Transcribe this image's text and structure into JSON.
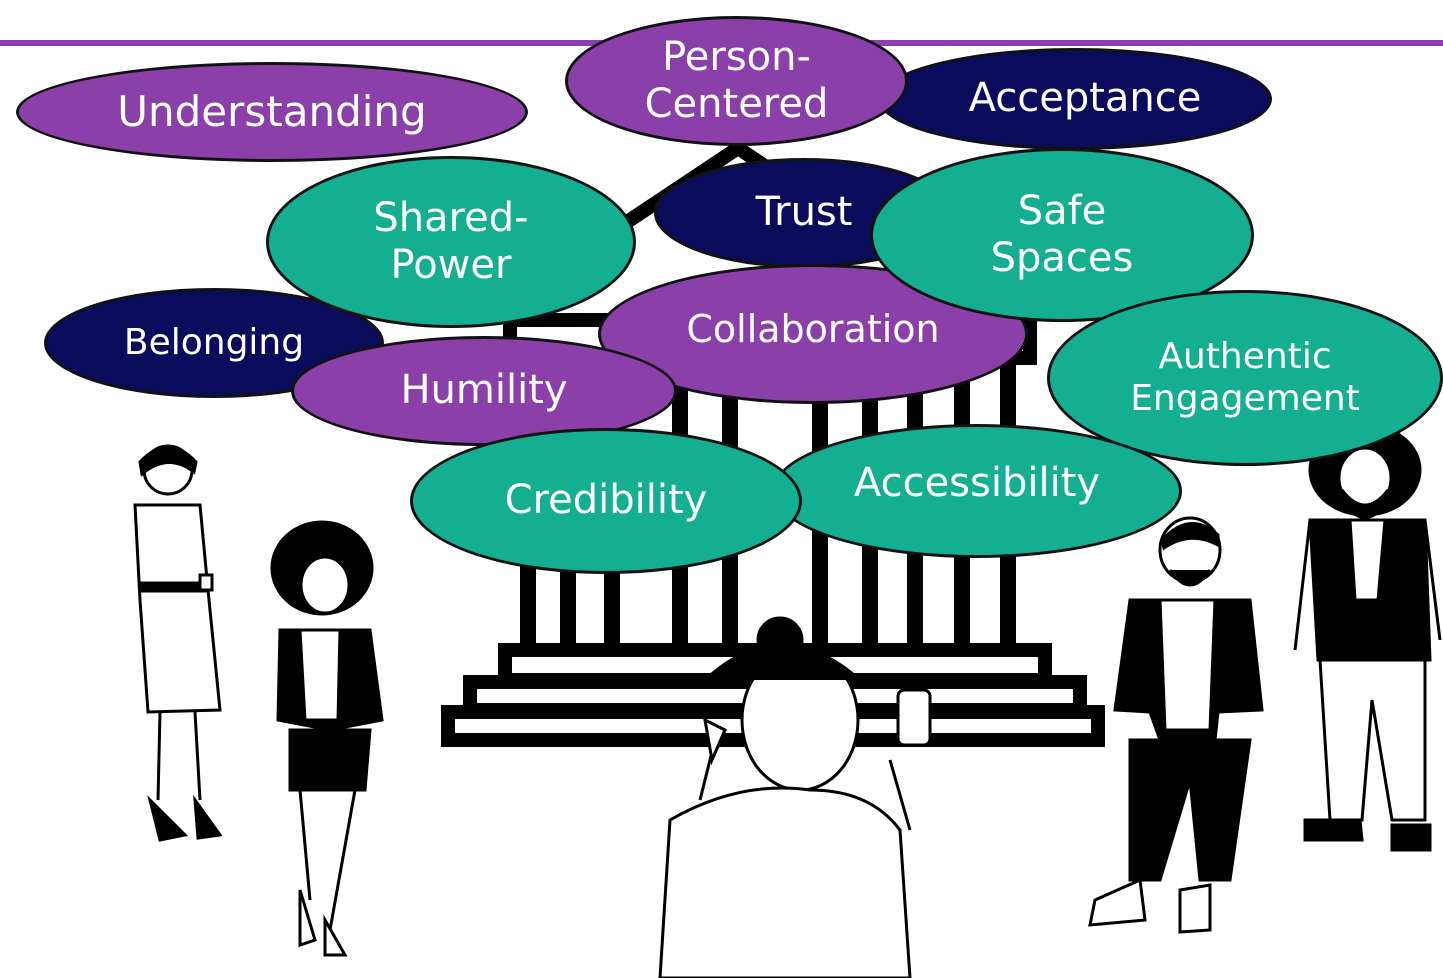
{
  "colors": {
    "purple": "#8b3fa8",
    "navy": "#0b0b5c",
    "teal": "#14ae90",
    "rule": "#8b3fa8"
  },
  "concepts": {
    "understanding": "Understanding",
    "person_centered": "Person-\nCentered",
    "acceptance": "Acceptance",
    "shared_power": "Shared-\nPower",
    "trust": "Trust",
    "safe_spaces": "Safe\nSpaces",
    "belonging": "Belonging",
    "collaboration": "Collaboration",
    "humility": "Humility",
    "authentic_engagement": "Authentic\nEngagement",
    "credibility": "Credibility",
    "accessibility": "Accessibility"
  },
  "illustration": {
    "building": "columned-building-icon",
    "people": [
      "woman-with-mug",
      "woman-with-afro",
      "girl-taking-selfie",
      "man-with-coffee",
      "man-with-beard"
    ]
  }
}
